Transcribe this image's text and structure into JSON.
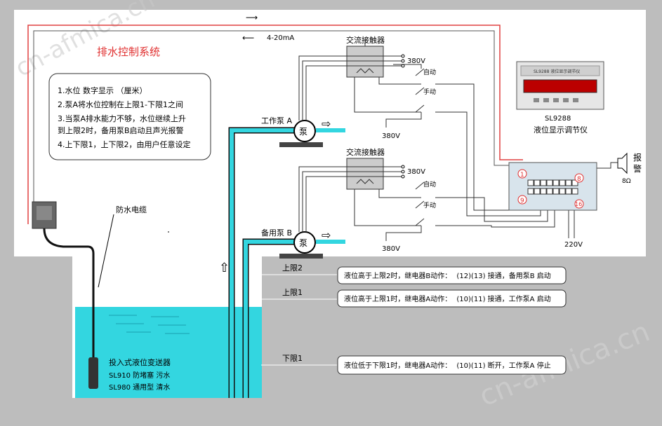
{
  "title": "排水控制系统",
  "signal_label": "4-20mA",
  "notes": [
    "1.水位  数字显示 （厘米）",
    "2.泵A将水位控制在上限1-下限1之间",
    "3.当泵A排水能力不够，水位继续上升",
    "   到上限2时，备用泵B启动且声光报警",
    "4.上下限1，上下限2，由用户任意设定"
  ],
  "cable_label": "防水电缆",
  "sensor_labels": [
    "投入式液位变送器",
    "SL910 防堵塞 污水",
    "SL980 通用型 清水"
  ],
  "pump_a_label": "工作泵 A",
  "pump_b_label": "备用泵 B",
  "pump_glyph": "泵",
  "contactor_label": "交流接触器",
  "voltage_380": "380V",
  "voltage_220": "220V",
  "auto_label": "自动",
  "manual_label": "手动",
  "instrument_model": "SL9288",
  "instrument_name": "液位显示调节仪",
  "instrument_panel_text": "SL9288 液位显示调节仪",
  "alarm_label": "报警",
  "alarm_ohm": "8Ω",
  "terminal_numbers": [
    "1",
    "8",
    "9",
    "16"
  ],
  "levels": [
    {
      "name": "上限2",
      "desc": "液位高于上限2时，继电器B动作：",
      "t1": "12",
      "t2": "13",
      "tail": "接通，备用泵B 启动"
    },
    {
      "name": "上限1",
      "desc": "液位高于上限1时，继电器A动作：",
      "t1": "10",
      "t2": "11",
      "tail": "接通，工作泵A 启动"
    },
    {
      "name": "下限1",
      "desc": "液位低于下限1时，继电器A动作：",
      "t1": "10",
      "t2": "11",
      "tail": "断开，工作泵A 停止"
    }
  ],
  "watermark_left": "cn-afmica.cn",
  "watermark_right": "cn-afmica.cn",
  "colors": {
    "water": "#33d6e0",
    "signal_wire": "#e04040",
    "background": "#bdbdbd",
    "panel": "#ffffff"
  }
}
